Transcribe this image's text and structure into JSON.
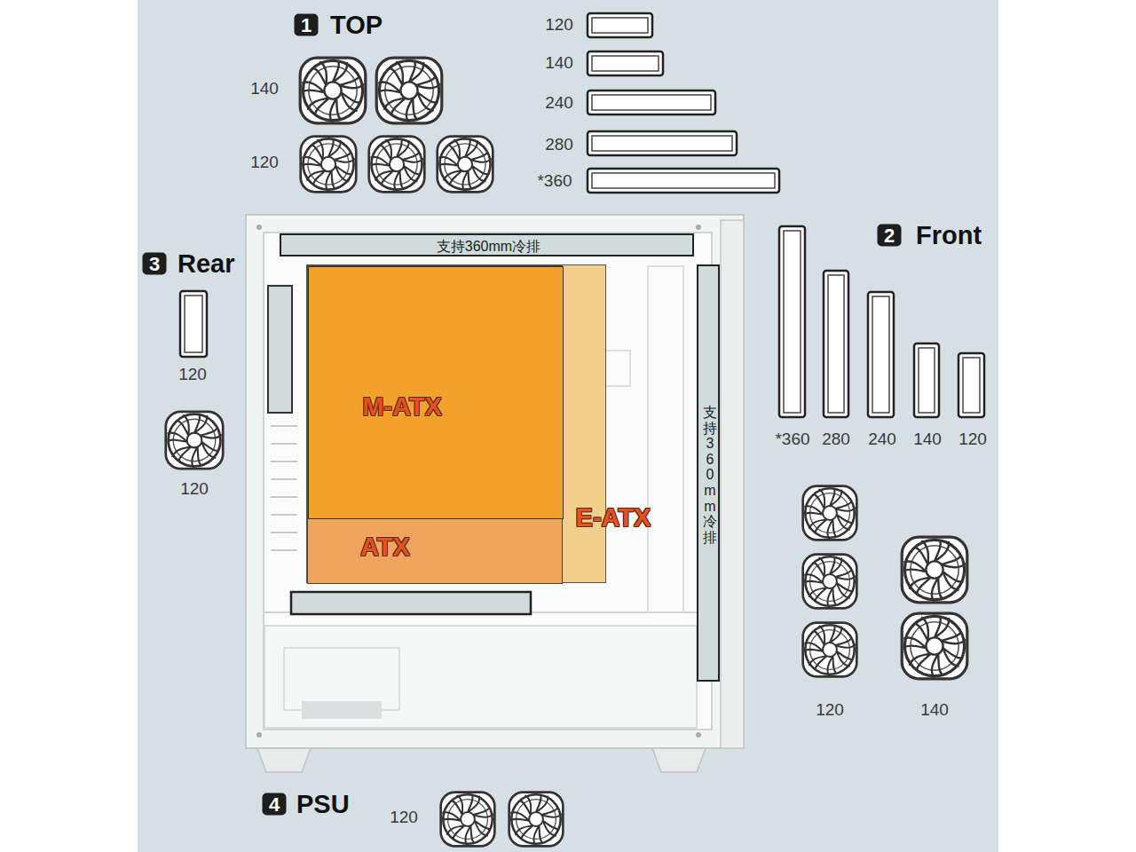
{
  "diagram": {
    "nodes": [
      {
        "text": [
          "支持360mm冷排"
        ]
      },
      {
        "text": [
          "E-ATX"
        ]
      },
      {
        "text": [
          "ATX"
        ],
        "in": 1
      },
      {
        "text": [
          "M-ATX"
        ],
        "in": 2
      },
      {
        "text": [
          "支持360mm冷排"
        ]
      }
    ],
    "labels": [
      "1",
      "TOP",
      "140",
      "120",
      "120",
      "140",
      "240",
      "280",
      "*360",
      "2",
      "Front",
      "3",
      "Rear",
      "120",
      "120",
      "*360",
      "280",
      "240",
      "140",
      "120",
      "120",
      "140",
      "4",
      "PSU",
      "120"
    ]
  }
}
